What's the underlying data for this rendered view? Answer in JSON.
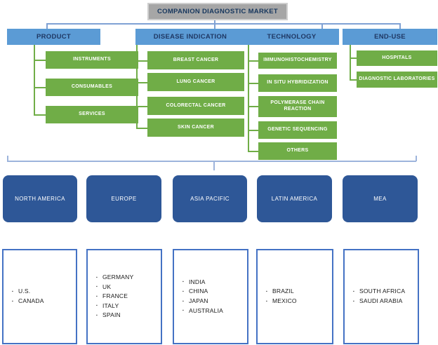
{
  "title": "COMPANION DIAGNOSTIC MARKET",
  "segments": [
    {
      "label": "PRODUCT",
      "children": [
        "INSTRUMENTS",
        "CONSUMABLES",
        "SERVICES"
      ]
    },
    {
      "label": "DISEASE INDICATION",
      "children": [
        "BREAST CANCER",
        "LUNG CANCER",
        "COLORECTAL CANCER",
        "SKIN CANCER"
      ]
    },
    {
      "label": "TECHNOLOGY",
      "children": [
        "IMMUNOHISTOCHEMISTRY",
        "IN SITU HYBRIDIZATION",
        "POLYMERASE CHAIN REACTION",
        "GENETIC SEQUENCING",
        "OTHERS"
      ]
    },
    {
      "label": "END-USE",
      "children": [
        "HOSPITALS",
        "DIAGNOSTIC LABORATORIES"
      ]
    }
  ],
  "regions": [
    {
      "label": "NORTH AMERICA",
      "countries": [
        "U.S.",
        "CANADA"
      ]
    },
    {
      "label": "EUROPE",
      "countries": [
        "GERMANY",
        "UK",
        "FRANCE",
        "ITALY",
        "SPAIN"
      ]
    },
    {
      "label": "ASIA PACIFIC",
      "countries": [
        "INDIA",
        "CHINA",
        "JAPAN",
        "AUSTRALIA"
      ]
    },
    {
      "label": "LATIN AMERICA",
      "countries": [
        "BRAZIL",
        "MEXICO"
      ]
    },
    {
      "label": "MEA",
      "countries": [
        "SOUTH AFRICA",
        "SAUDI ARABIA"
      ]
    }
  ],
  "colors": {
    "header_blue": "#5B9BD5",
    "segment_green": "#70AD47",
    "region_blue": "#2E5797",
    "title_gray": "#A6A6A6",
    "connector_blue": "#7FA1D4",
    "bracket_blue": "#9DB4DC",
    "country_border_blue": "#4472C4",
    "navy_text": "#1F3864"
  }
}
